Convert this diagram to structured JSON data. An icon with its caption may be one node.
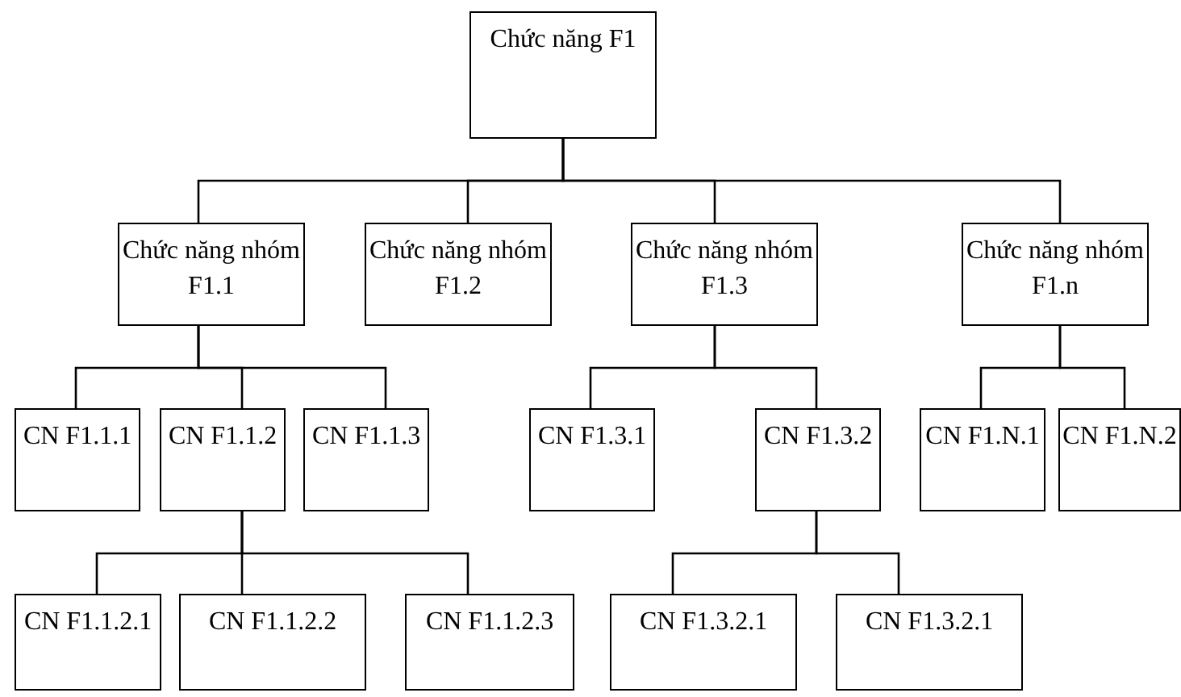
{
  "diagram": {
    "nodes": [
      {
        "text": [
          "Chức năng F1"
        ]
      },
      {
        "text": [
          "Chức năng nhóm F1.1"
        ]
      },
      {
        "text": [
          "Chức năng nhóm F1.2"
        ]
      },
      {
        "text": [
          "Chức năng nhóm F1.3"
        ]
      },
      {
        "text": [
          "Chức năng nhóm F1.n"
        ]
      },
      {
        "text": [
          "CN F1.1.1"
        ]
      },
      {
        "text": [
          "CN F1.1.2"
        ]
      },
      {
        "text": [
          "CN F1.1.3"
        ]
      },
      {
        "text": [
          "CN F1.3.1"
        ]
      },
      {
        "text": [
          "CN F1.3.2"
        ]
      },
      {
        "text": [
          "CN F1.N.1"
        ]
      },
      {
        "text": [
          "CN F1.N.2"
        ]
      },
      {
        "text": [
          "CN F1.1.2.1"
        ]
      },
      {
        "text": [
          "CN F1.1.2.2"
        ]
      },
      {
        "text": [
          "CN F1.1.2.3"
        ]
      },
      {
        "text": [
          "CN F1.3.2.1"
        ]
      },
      {
        "text": [
          "CN F1.3.2.1"
        ]
      }
    ],
    "edges": [
      {
        "from": 0,
        "to": 1,
        "arrow": "none"
      },
      {
        "from": 0,
        "to": 2,
        "arrow": "none"
      },
      {
        "from": 0,
        "to": 3,
        "arrow": "none"
      },
      {
        "from": 0,
        "to": 4,
        "arrow": "none"
      },
      {
        "from": 1,
        "to": 5,
        "arrow": "none"
      },
      {
        "from": 1,
        "to": 6,
        "arrow": "none"
      },
      {
        "from": 1,
        "to": 7,
        "arrow": "none"
      },
      {
        "from": 3,
        "to": 8,
        "arrow": "none"
      },
      {
        "from": 3,
        "to": 9,
        "arrow": "none"
      },
      {
        "from": 4,
        "to": 10,
        "arrow": "none"
      },
      {
        "from": 4,
        "to": 11,
        "arrow": "none"
      },
      {
        "from": 6,
        "to": 12,
        "arrow": "none"
      },
      {
        "from": 6,
        "to": 13,
        "arrow": "none"
      },
      {
        "from": 6,
        "to": 14,
        "arrow": "none"
      },
      {
        "from": 9,
        "to": 15,
        "arrow": "none"
      },
      {
        "from": 9,
        "to": 16,
        "arrow": "none"
      }
    ]
  }
}
